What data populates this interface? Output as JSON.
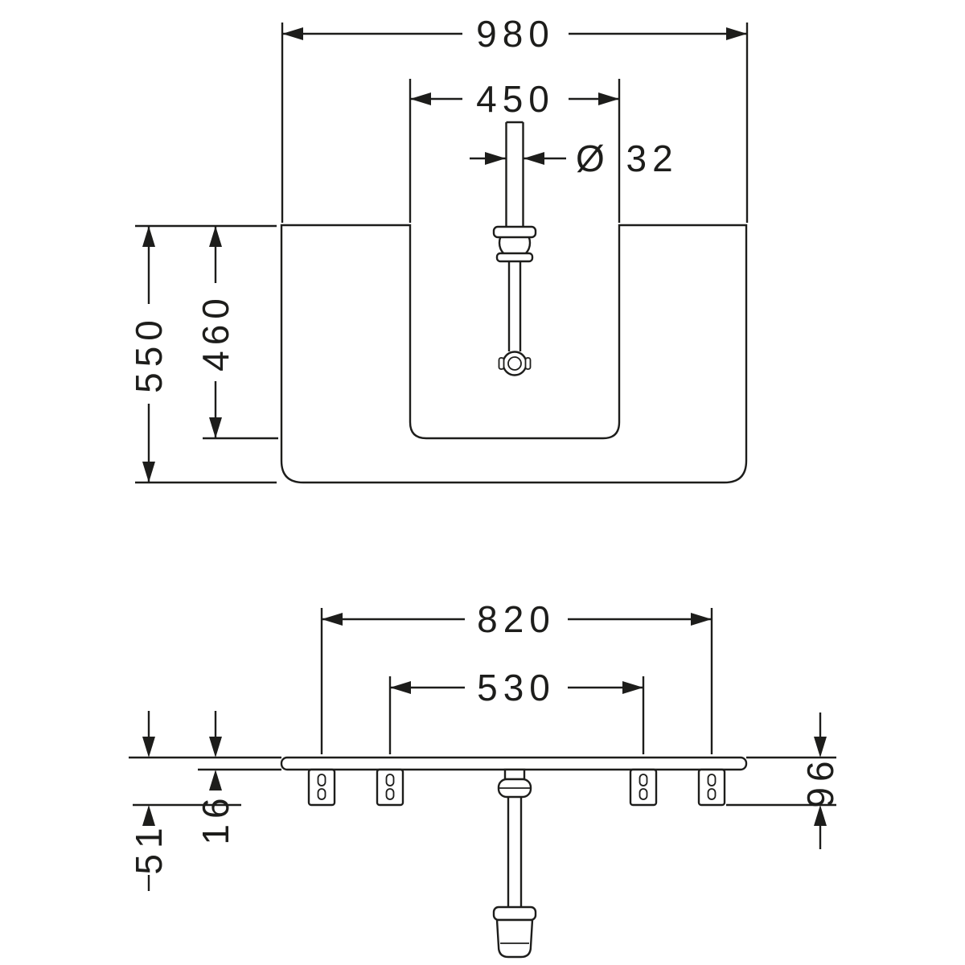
{
  "page": {
    "background_color": "#ffffff",
    "line_color": "#1d1d1b",
    "drawing_type": "washbasin installation dimension drawing"
  },
  "top_view": {
    "dims": {
      "total_width": "980",
      "cutout_width": "450",
      "drain_diameter": "Ø 32",
      "total_depth": "550",
      "cutout_depth": "460"
    }
  },
  "front_view": {
    "dims": {
      "bracket_spacing_outer": "820",
      "bracket_spacing_inner": "530",
      "left_height": "51",
      "panel_thickness": "16",
      "right_height": "96"
    }
  }
}
